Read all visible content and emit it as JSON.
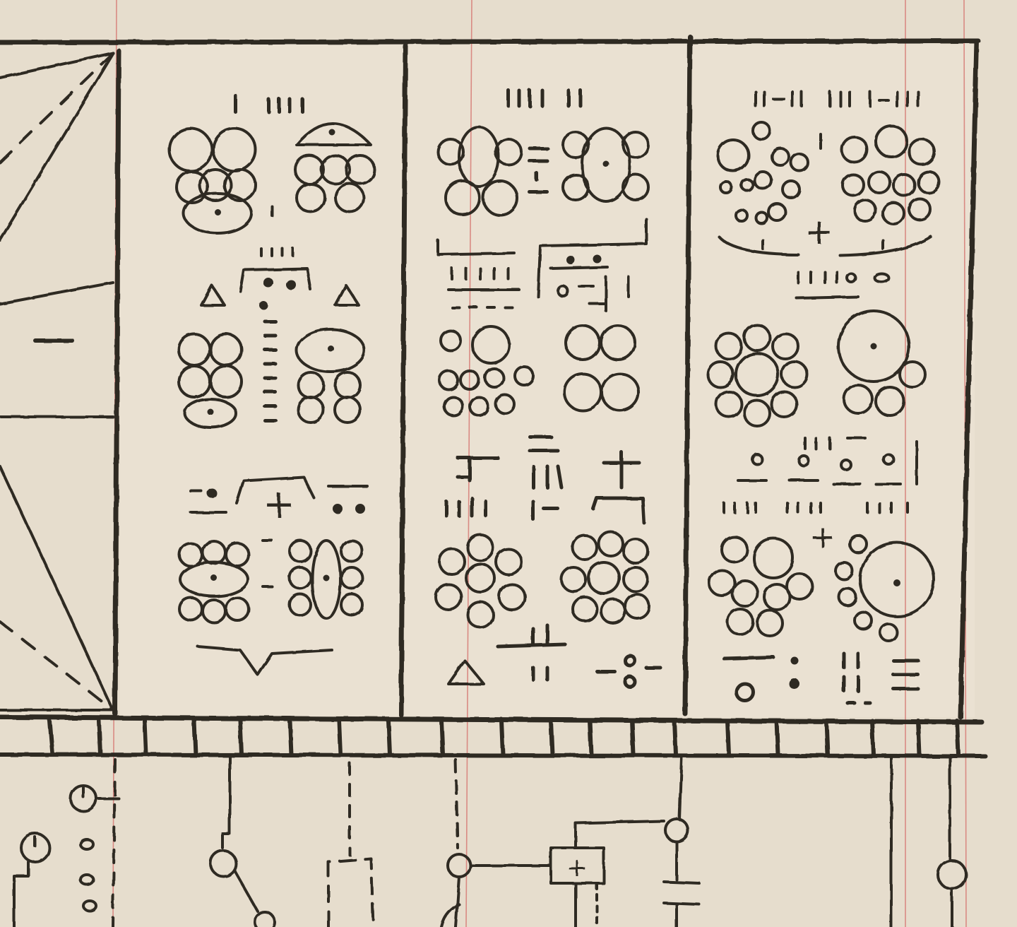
{
  "figure": {
    "kind": "hand-drawn ink sketch of glyph tablets above a circuit-like schematic",
    "colors": {
      "paper": "#e6ddcd",
      "paper_light": "#ece4d6",
      "ink": "#2f2924",
      "margin_rule": "#d98a83"
    }
  },
  "tablets": [
    {
      "name": "tablet-left",
      "glyph_rows": 3
    },
    {
      "name": "tablet-middle",
      "glyph_rows": 3
    },
    {
      "name": "tablet-right",
      "glyph_rows": 3
    }
  ],
  "schematic": {
    "plus_symbol": "+"
  }
}
